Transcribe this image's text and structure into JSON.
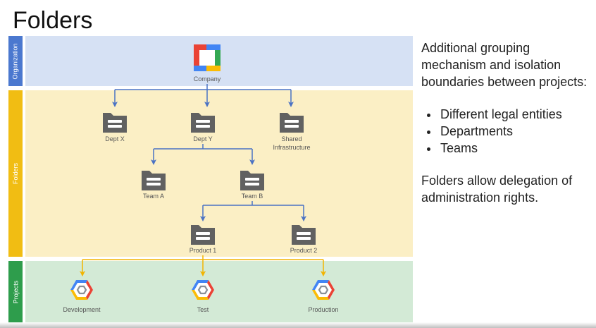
{
  "title": "Folders",
  "bands": {
    "organization": "Organization",
    "folders": "Folders",
    "projects": "Projects"
  },
  "nodes": {
    "company": "Company",
    "dept_x": "Dept X",
    "dept_y": "Dept Y",
    "shared_infra_line1": "Shared",
    "shared_infra_line2": "Infrastructure",
    "team_a": "Team A",
    "team_b": "Team B",
    "product_1": "Product 1",
    "product_2": "Product 2",
    "development": "Development",
    "test": "Test",
    "production": "Production"
  },
  "description": {
    "intro": "Additional grouping mechanism and isolation boundaries between projects:",
    "bullets": [
      "Different legal entities",
      "Departments",
      "Teams"
    ],
    "footer": "Folders allow delegation of administration rights."
  },
  "colors": {
    "org_band": "#d6e1f4",
    "folder_band": "#fbefc5",
    "project_band": "#d3ead6",
    "org_side": "#4b78cf",
    "folder_side": "#f1bd13",
    "project_side": "#2e9d4c",
    "blue_connector": "#4a72c4",
    "yellow_connector": "#f2b400",
    "folder_icon": "#616161"
  }
}
